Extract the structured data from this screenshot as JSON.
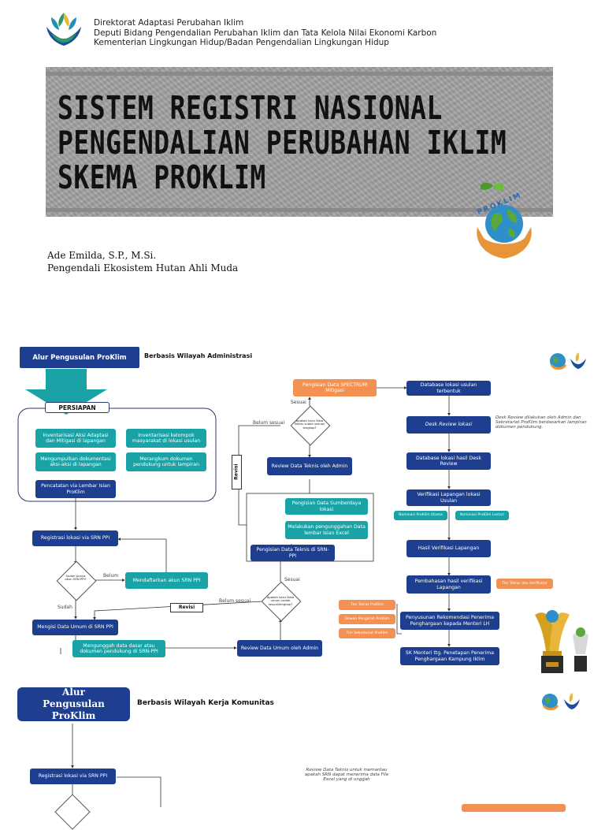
{
  "header": {
    "org_lines": [
      "Direktorat Adaptasi Perubahan Iklim",
      "Deputi Bidang Pengendalian Perubahan Iklim dan Tata Kelola Nilai Ekonomi Karbon",
      "Kementerian Lingkungan Hidup/Badan Pengendalian Lingkungan Hidup"
    ]
  },
  "banner": {
    "title_lines": [
      "SISTEM REGISTRI NASIONAL",
      "PENGENDALIAN PERUBAHAN IKLIM",
      "SKEMA PROKLIM"
    ],
    "logo_text": "PROKLIM"
  },
  "author": {
    "name": "Ade Emilda, S.P., M.Si.",
    "role": "Pengendali Ekosistem Hutan Ahli Muda"
  },
  "flow1": {
    "title": "Alur Pengusulan ProKlim",
    "subtitle": "Berbasis Wilayah Administrasi",
    "persiapan": "PERSIAPAN",
    "prep_items": [
      "Inventarisasi Aksi Adaptasi dan Mitigasi di lapangan",
      "Inventarisasi kelompok masyarakat di lokasi usulan",
      "Mengumpulkan dokumentasi aksi-aksi di lapangan",
      "Merangkum dokumen pendukung untuk lampiran"
    ],
    "pencatatan": "Pencatatan via Lembar Isian ProKlim",
    "registrasi": "Registrasi lokasi via SRN PPI",
    "diamond_akun": "Sudah punya akun SRN PPI?",
    "belum": "Belum",
    "sudah": "Sudah",
    "daftar_akun": "Mendaftarkan akun SRN PPI",
    "mengisi_umum": "Mengisi Data Umum di SRN PPI",
    "unggah": "Mengunggah data dasar atau dokumen pendukung di SRN-PPI",
    "review_umum": "Review Data Umum oleh Admin",
    "revisi": "Revisi",
    "belum_sesuai": "Belum sesuai",
    "diamond_umum": "Apakah Isian Data umum sudah sesuai/lengkap?",
    "sesuai": "Sesuai",
    "teknis_srn": "Pengisian Data Teknis di SRN-PPI",
    "sumberdaya": "Pengisian Data Sumberdaya lokasi",
    "unggah_excel": "Melakukan pengunggahan Data lembar Isian Excel",
    "review_teknis": "Review Data Teknis oleh Admin",
    "diamond_teknis": "Apakah Isian Data Teknis sudah sesuai/ lengkap?",
    "spectrum": "Pengisian Data SPECTRUM Mitigasi",
    "db_usulan": "Database lokasi usulan terbentuk",
    "desk_review": "Desk Review lokasi",
    "desk_note": "Desk Review dilakukan oleh Admin dan Sekretariat ProKlim berdasarkan lampiran dokumen pendukung.",
    "db_desk": "Database lokasi hasil Desk Review",
    "verifikasi": "Verifikasi Lapangan lokasi Usulan",
    "nominasi_utama": "Nominasi ProKlim Utama",
    "nominasi_lestari": "Nominasi ProKlim Lestari",
    "hasil_verifikasi": "Hasil Verifikasi Lapangan",
    "pembahasan": "Pembahasan hasil verifikasi Lapangan",
    "tim_teknis_verifikator": "Tim Teknis dan Verifikator",
    "tim_teknis": "Tim Teknis ProKlim",
    "dewan": "Dewan Pengarah ProKlim",
    "sekretariat": "Tim Sekretariat ProKlim",
    "rekomendasi": "Penyusunan Rekomendasi Penerima Penghargaan kepada Menteri LH",
    "sk_menteri": "SK Menteri ttg. Penetapan Penerima Penghargaan Kampung Iklim"
  },
  "flow2": {
    "title": "Alur Pengusulan ProKlim",
    "subtitle": "Berbasis Wilayah Kerja Komunitas",
    "registrasi": "Registrasi lokasi via SRN PPI",
    "note": "Review Data Teknis untuk memantau apakah SRN dapat menerima data File Excel yang di unggah"
  },
  "colors": {
    "navy": "#1e3f8f",
    "teal": "#19a3a6",
    "orange": "#f29151",
    "banner_gray": "#a4a4a4"
  },
  "icons": [
    "klh-logo-icon",
    "proklim-globe-logo-icon",
    "trophy-icon"
  ]
}
